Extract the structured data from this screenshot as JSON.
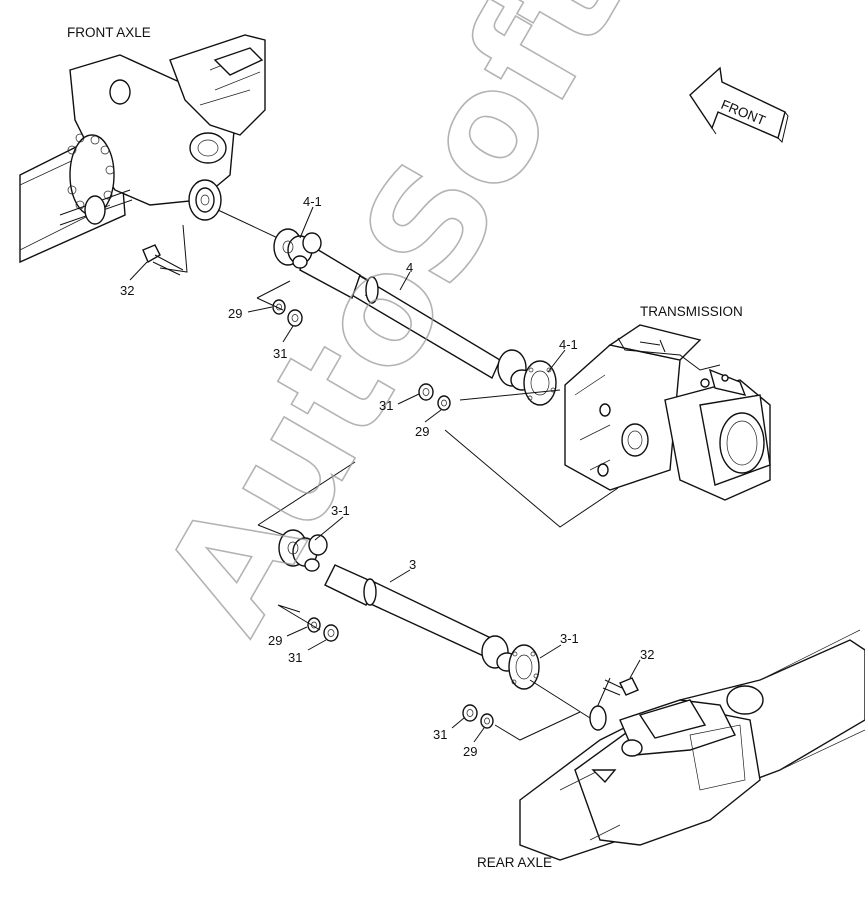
{
  "captions": {
    "front_axle": "FRONT AXLE",
    "transmission": "TRANSMISSION",
    "rear_axle": "REAR AXLE",
    "front_arrow": "FRONT"
  },
  "watermark": "AutoSoft",
  "callouts": {
    "c_4_1_top": "4-1",
    "c_4": "4",
    "c_4_1_right": "4-1",
    "c_32_top": "32",
    "c_29_top": "29",
    "c_31_top": "31",
    "c_31_mid": "31",
    "c_29_mid": "29",
    "c_3_1_top": "3-1",
    "c_3": "3",
    "c_3_1_right": "3-1",
    "c_29_low": "29",
    "c_31_low": "31",
    "c_32_bottom": "32",
    "c_31_bottom": "31",
    "c_29_bottom": "29"
  }
}
